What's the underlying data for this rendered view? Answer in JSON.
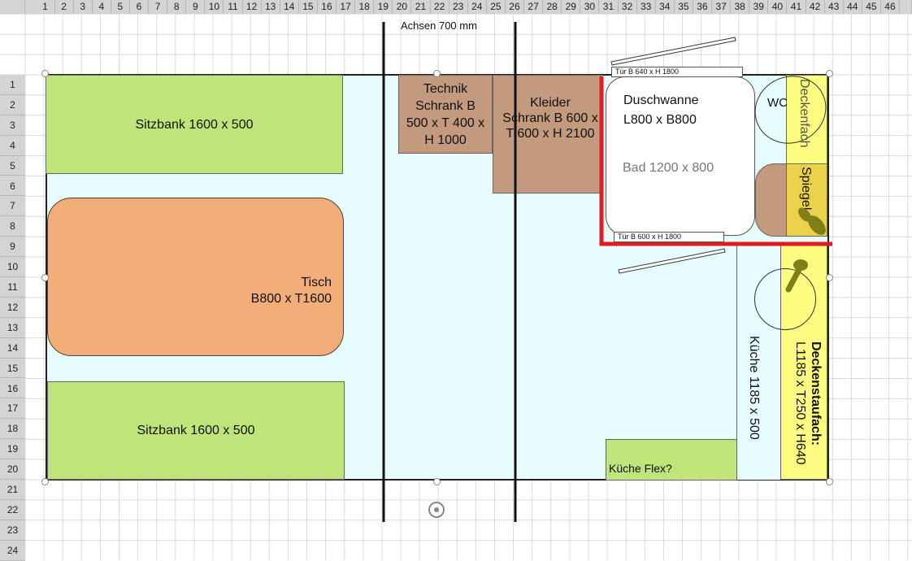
{
  "columns": [
    "1",
    "2",
    "3",
    "4",
    "5",
    "6",
    "7",
    "8",
    "9",
    "10",
    "11",
    "12",
    "13",
    "14",
    "15",
    "16",
    "17",
    "18",
    "19",
    "20",
    "21",
    "22",
    "23",
    "24",
    "25",
    "26",
    "27",
    "28",
    "29",
    "30",
    "31",
    "32",
    "33",
    "34",
    "35",
    "36",
    "37",
    "38",
    "39",
    "40",
    "41",
    "42",
    "43",
    "44",
    "45",
    "46"
  ],
  "rows": [
    "1",
    "2",
    "3",
    "4",
    "5",
    "6",
    "7",
    "8",
    "9",
    "10",
    "11",
    "12",
    "13",
    "14",
    "15",
    "16",
    "17",
    "18",
    "19",
    "20",
    "21",
    "22",
    "23",
    "24"
  ],
  "labels": {
    "achsen": "Achsen 700 mm",
    "sitzbank_top": "Sitzbank 1600 x 500",
    "sitzbank_bottom": "Sitzbank 1600 x 500",
    "tisch_line1": "Tisch",
    "tisch_line2": "B800 x T1600",
    "technik_line1": "Technik",
    "technik_line2": "Schrank B",
    "technik_line3": "500 x T 400 x",
    "technik_line4": "H 1000",
    "kleider_line1": "Kleider",
    "kleider_line2": "Schrank B 600 x",
    "kleider_line3": "T 600 x H 2100",
    "dusche_line1": "Duschwanne",
    "dusche_line2": "L800 x B800",
    "bad": "Bad 1200 x 800",
    "wc": "WC",
    "deckenfach": "Deckenfach",
    "spiegel": "Spiegel",
    "door_top": "Tür  B 640 x H 1800",
    "door_bottom": "Tür  B 600 x H 1800",
    "kueche": "Küche 1185 x 500",
    "kueche_flex": "Küche Flex?",
    "deckenstaufach_line1": "Deckenstaufach:",
    "deckenstaufach_line2": "L1185 x T250 x H640"
  },
  "colors": {
    "floor": "#e6fcfd",
    "sitzbank": "#bfe479",
    "tisch": "#f3ad78",
    "schrank": "#c39a7e",
    "yellow": "#fdfd82",
    "wall_red": "#e01b24",
    "axis": "#111111"
  }
}
